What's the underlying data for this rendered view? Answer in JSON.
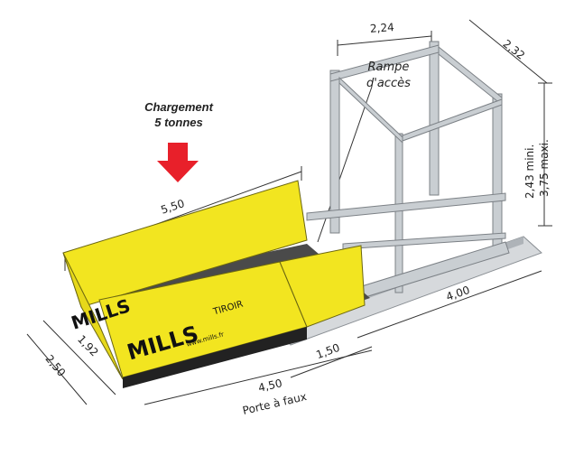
{
  "load": {
    "line1": "Chargement",
    "line2": "5 tonnes"
  },
  "ramp_label": {
    "line1": "Rampe",
    "line2": "d'accès"
  },
  "dimensions": {
    "top_width": "2,24",
    "top_depth": "2,32",
    "height_min": "2,43 mini.",
    "height_max": "3,75 maxi.",
    "platform_length": "5,50",
    "rail_length": "4,00",
    "overhang": "1,50",
    "inner_width": "1,92",
    "outer_width": "2,50",
    "false_door_length": "4,50",
    "false_door_label": "Porte à faux"
  },
  "branding": {
    "brand": "MILLS",
    "product": "TIROIR",
    "website": "www.mills.fr"
  },
  "colors": {
    "platform": "#f2e520",
    "frame": "#c9ced2",
    "arrow": "#e8202a",
    "floor": "#4a4a4a"
  }
}
